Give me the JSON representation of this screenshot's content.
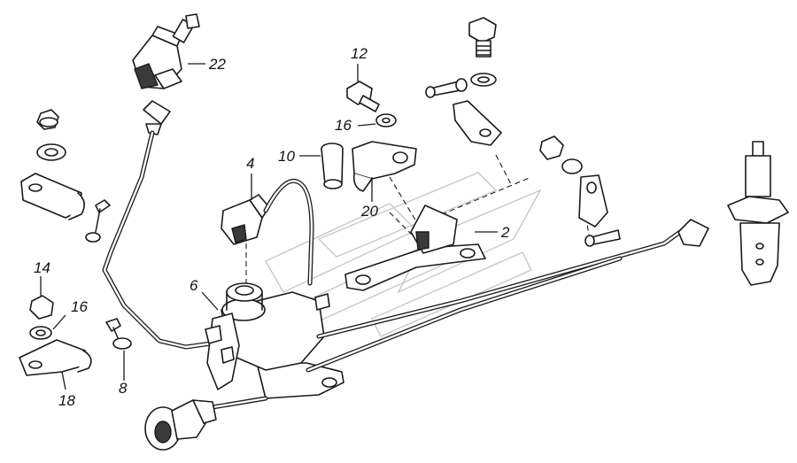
{
  "diagram": {
    "callouts": {
      "c22": "22",
      "c12": "12",
      "c16_top": "16",
      "c10": "10",
      "c4": "4",
      "c20": "20",
      "c2": "2",
      "c6": "6",
      "c14": "14",
      "c16_left": "16",
      "c18": "18",
      "c8": "8"
    }
  }
}
